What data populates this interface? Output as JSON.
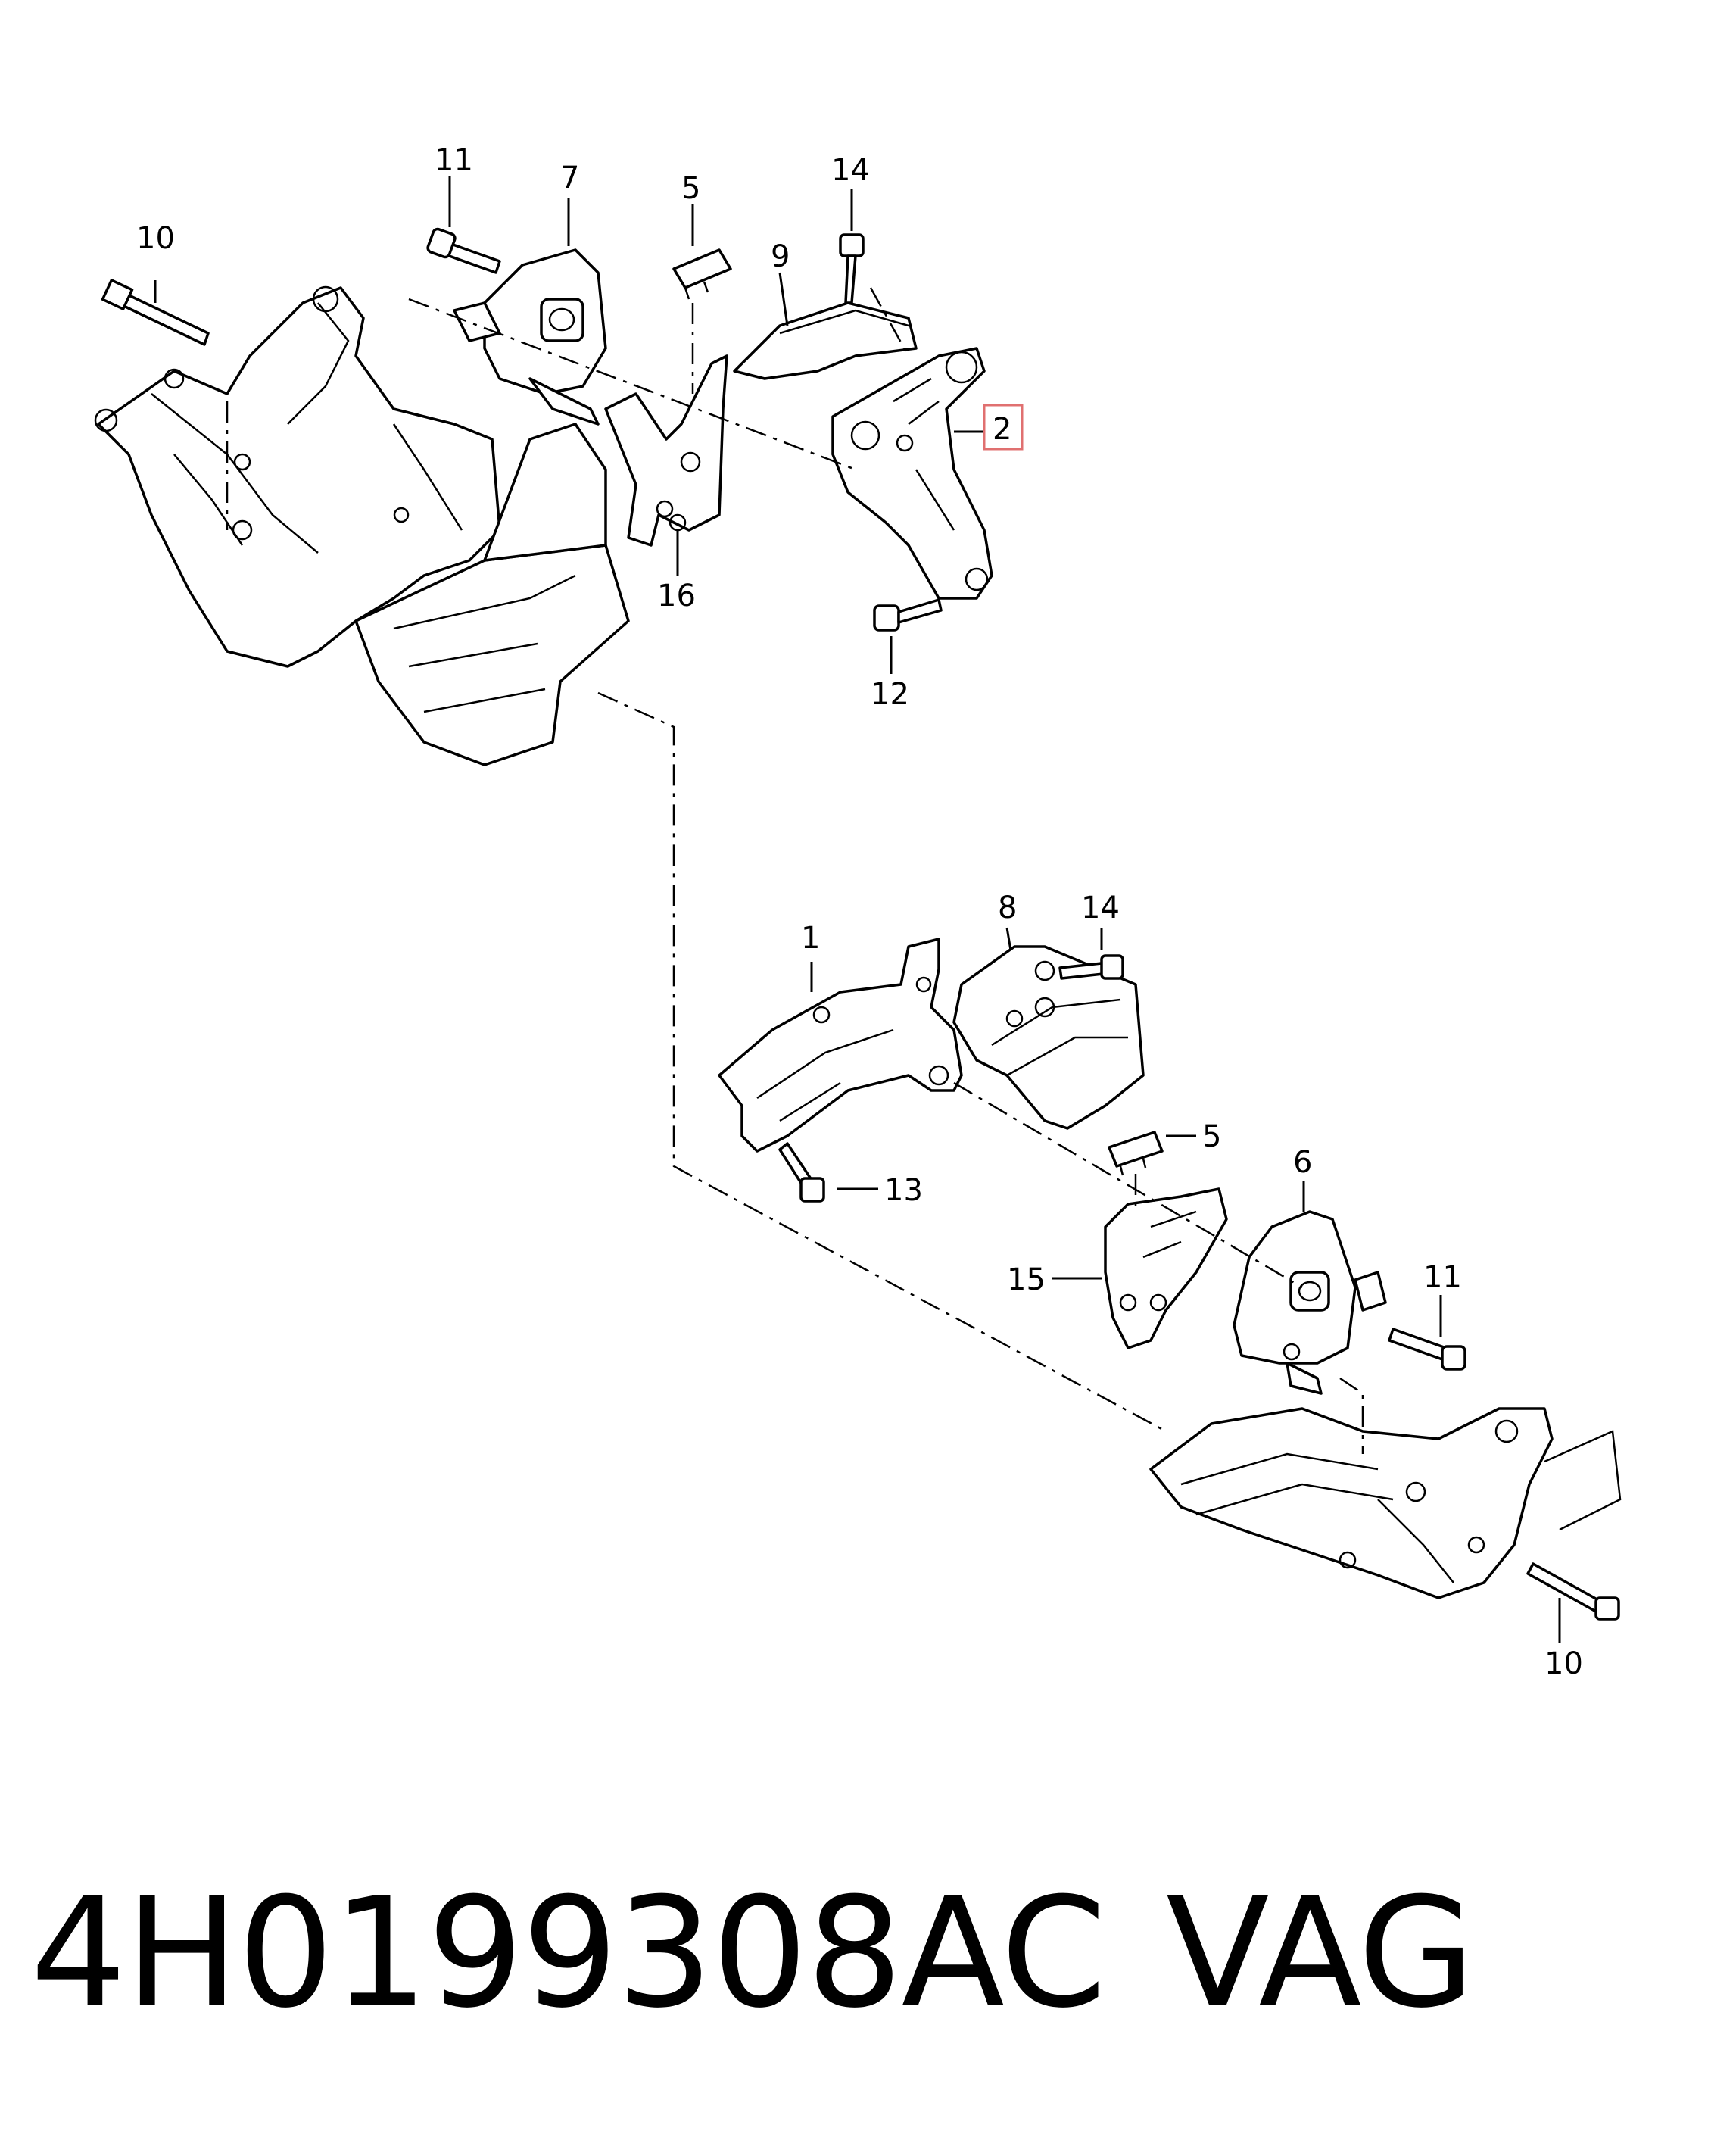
{
  "callouts": {
    "c11_top": "11",
    "c7": "7",
    "c5_top": "5",
    "c14_top": "14",
    "c10_top": "10",
    "c9": "9",
    "c2": "2",
    "c16": "16",
    "c12": "12",
    "c1": "1",
    "c8": "8",
    "c14_bottom": "14",
    "c5_bottom": "5",
    "c13": "13",
    "c6": "6",
    "c15": "15",
    "c11_bottom": "11",
    "c10_bottom": "10"
  },
  "highlighted_callout": "2",
  "highlight_color": "#e07070",
  "footer": {
    "part_number": "4H0199308AC",
    "brand": "VAG"
  }
}
